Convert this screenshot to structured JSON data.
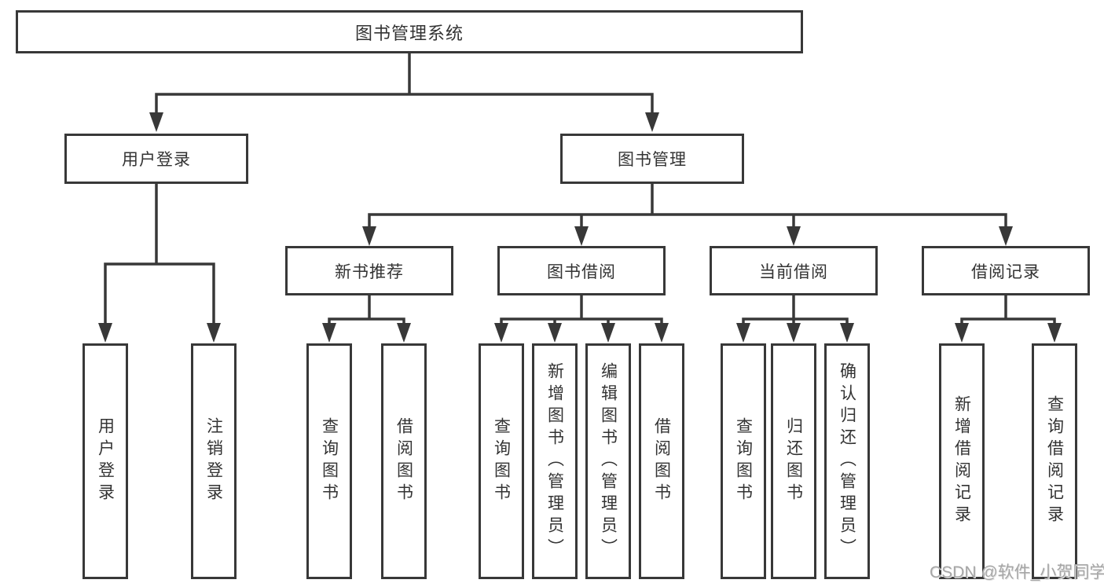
{
  "diagram": {
    "root": {
      "label": "图书管理系统"
    },
    "branches": [
      {
        "label": "用户登录",
        "children": [
          {
            "label": "用户登录"
          },
          {
            "label": "注销登录"
          }
        ]
      },
      {
        "label": "图书管理",
        "children": [
          {
            "label": "新书推荐",
            "children": [
              {
                "label": "查询图书"
              },
              {
                "label": "借阅图书"
              }
            ]
          },
          {
            "label": "图书借阅",
            "children": [
              {
                "label": "查询图书"
              },
              {
                "label": "新增图书（管理员）"
              },
              {
                "label": "编辑图书（管理员）"
              },
              {
                "label": "借阅图书"
              }
            ]
          },
          {
            "label": "当前借阅",
            "children": [
              {
                "label": "查询图书"
              },
              {
                "label": "归还图书"
              },
              {
                "label": "确认归还（管理员）"
              }
            ]
          },
          {
            "label": "借阅记录",
            "children": [
              {
                "label": "新增借阅记录"
              },
              {
                "label": "查询借阅记录"
              }
            ]
          }
        ]
      }
    ]
  },
  "watermark": "CSDN @软件_小贺同学",
  "colors": {
    "line": "#383838",
    "text": "#333333",
    "watermark": "#a6a6a6",
    "background": "#ffffff"
  }
}
